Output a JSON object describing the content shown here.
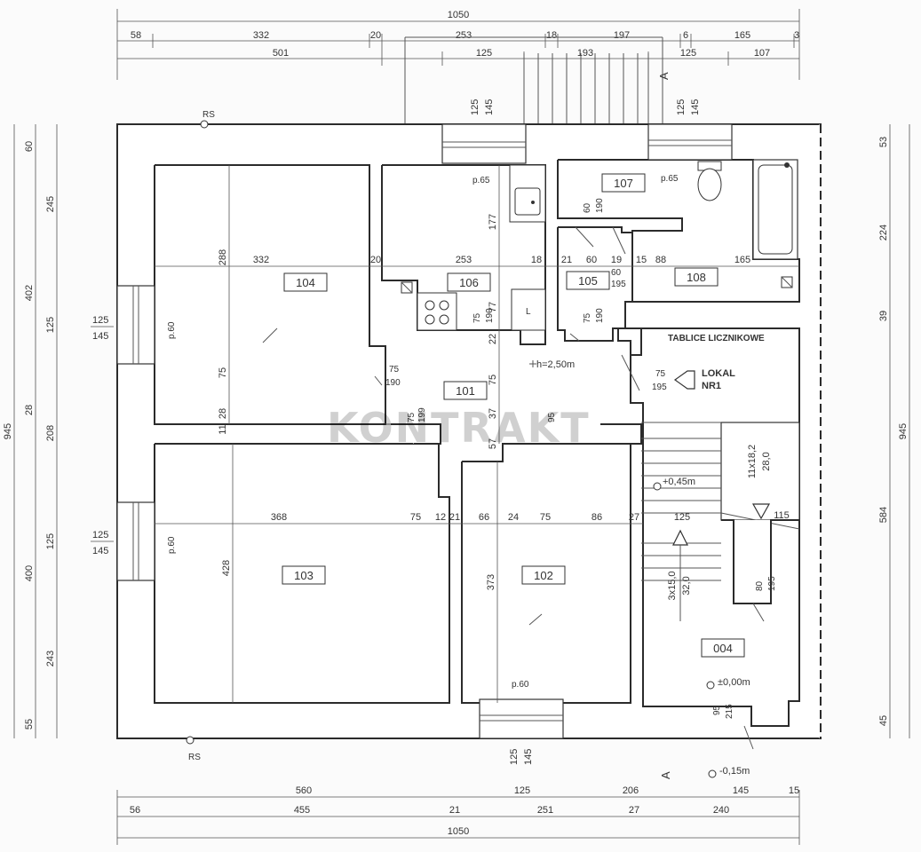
{
  "dims_top_total": "1050",
  "dims_top_row1": [
    "58",
    "332",
    "20",
    "253",
    "18",
    "197",
    "6",
    "165",
    "3"
  ],
  "dims_top_row2": [
    "501",
    "125",
    "193",
    "125",
    "107"
  ],
  "dims_bottom_row1": [
    "560",
    "125",
    "206",
    "145",
    "15"
  ],
  "dims_bottom_row2": [
    "56",
    "455",
    "21",
    "251",
    "27",
    "240"
  ],
  "dims_bottom_total": "1050",
  "dims_left": [
    "60",
    "245",
    "402",
    "125",
    "945",
    "28",
    "208",
    "125",
    "400",
    "243",
    "55"
  ],
  "dims_right": [
    "53",
    "224",
    "39",
    "945",
    "584",
    "45"
  ],
  "rooms": [
    {
      "id": "104"
    },
    {
      "id": "106"
    },
    {
      "id": "107"
    },
    {
      "id": "105"
    },
    {
      "id": "108"
    },
    {
      "id": "101"
    },
    {
      "id": "103"
    },
    {
      "id": "102"
    },
    {
      "id": "004"
    }
  ],
  "labels": {
    "meters": "TABLICE LICZNIKOWE",
    "lokal1": "LOKAL",
    "lokal2": "NR1",
    "height": "h=2,50m",
    "lvl045": "+0,45m",
    "lvl000": "±0,00m",
    "lvl015": "-0,15m",
    "rs": "RS",
    "p65": "p.65",
    "p60": "p.60",
    "sectionA": "A",
    "stairs_upper_1": "11x18,2",
    "stairs_upper_2": "28,0",
    "stairs_lower_1": "3x15,0",
    "stairs_lower_2": "32,0",
    "watermark": "KONTRAKT"
  },
  "inner_dims": {
    "d332": "332",
    "d20": "20",
    "d253": "253",
    "d18": "18",
    "d21": "21",
    "d60": "60",
    "d19": "19",
    "d15": "15",
    "d88": "88",
    "d165": "165",
    "d288": "288",
    "d177": "177",
    "d75": "75",
    "d28": "28",
    "d11": "11",
    "d368": "368",
    "d12": "12",
    "d66": "66",
    "d24": "24",
    "d86": "86",
    "d27": "27",
    "d125": "125",
    "d115": "115",
    "d428": "428",
    "d373": "373",
    "d190": "190",
    "d195": "195",
    "d145": "145",
    "d57": "57",
    "d80": "80",
    "d77": "77",
    "d22": "22",
    "d37": "37",
    "d95": "95",
    "d215": "215",
    "d199": "199",
    "d95b": "95"
  }
}
